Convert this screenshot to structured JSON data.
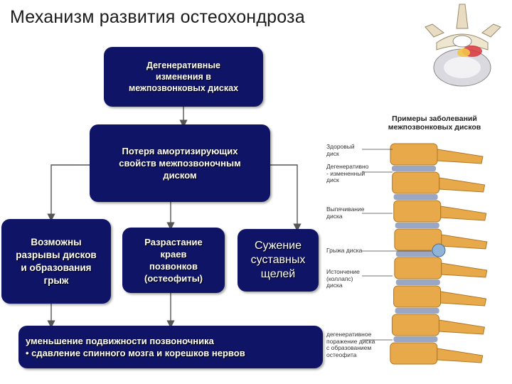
{
  "title": "Механизм развития остеохондроза",
  "boxes": {
    "degeneration": "Дегенеративные\nизменения в\nмежпозвонковых дисках",
    "loss": "Потеря амортизирующих\nсвойств межпозвоночным\nдиском",
    "tears": "Возможны\nразрывы дисков\nи образования\nгрыж",
    "growth": "Разрастание\nкраев\nпозвонков\n(остеофиты)",
    "narrowing": "Сужение\nсуставных\nщелей",
    "result": "  уменьшение подвижности позвоночника\n• сдавление спинного мозга и корешков нервов"
  },
  "illustration": {
    "title": "Примеры заболеваний\nмежпозвонковых дисков",
    "labels": [
      "Здоровый\nдиск",
      "Дегенеративно\n- измененный\nдиск",
      "Выпячивание\nдиска",
      "Грыжа диска",
      "Истончение\n(коллапс)\nдиска",
      "дегенеративное\nпоражение диска\nс образованием\nостеофита"
    ]
  },
  "colors": {
    "box_fill": "#0f1466",
    "box_text": "#ffffff",
    "connector": "#555555",
    "bone": "#e8a94a",
    "disc": "#9aa7c4"
  }
}
